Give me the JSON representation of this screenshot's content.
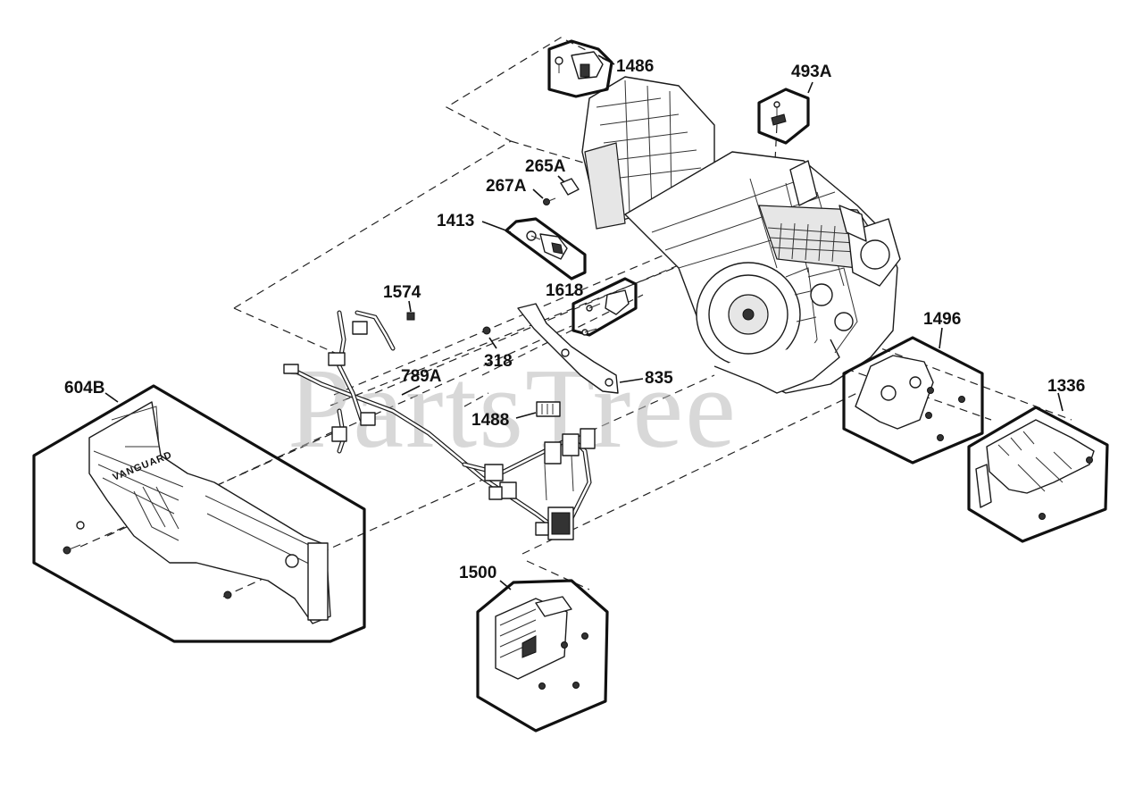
{
  "watermark": "PartsTree",
  "callouts": {
    "c1486": "1486",
    "c493A": "493A",
    "c265A": "265A",
    "c267A": "267A",
    "c1413": "1413",
    "c1618": "1618",
    "c1574": "1574",
    "c318": "318",
    "c835": "835",
    "c789A": "789A",
    "c1488": "1488",
    "c604B": "604B",
    "c1496": "1496",
    "c1336": "1336",
    "c1500": "1500"
  },
  "shroud_brand": "VANGUARD"
}
